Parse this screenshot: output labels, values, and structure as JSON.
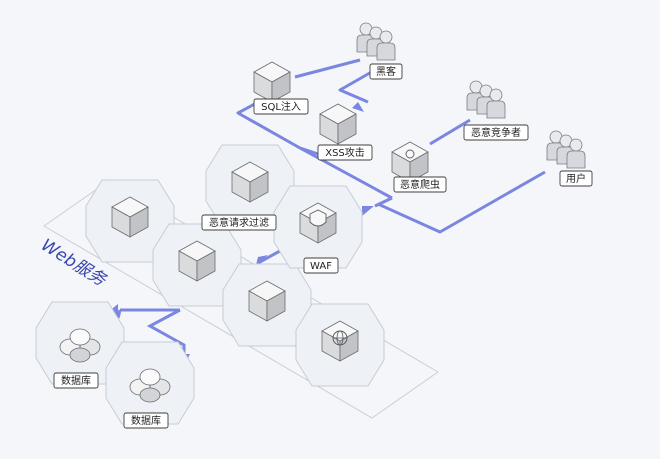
{
  "colors": {
    "flow": "#7b86e0",
    "web_service": "#3b45b0",
    "hex_fill": "#eef1f6",
    "hex_stroke": "#c7ccd6",
    "cube_top": "#f7f7f7",
    "cube_side": "#c9cacc"
  },
  "actors": {
    "hacker": "黑客",
    "competitor": "恶意竞争者",
    "user": "用户"
  },
  "threats": {
    "sql": "SQL注入",
    "xss": "XSS攻击",
    "crawler": "恶意爬虫"
  },
  "filters": {
    "malicious_filter": "恶意请求过滤",
    "waf": "WAF"
  },
  "web_service": {
    "title": "Web服务"
  },
  "databases": {
    "db1": "数据库",
    "db2": "数据库"
  },
  "icons": [
    "person-group-icon",
    "database-icon",
    "firewall-icon",
    "spider-icon",
    "globe-icon",
    "server-icon"
  ]
}
